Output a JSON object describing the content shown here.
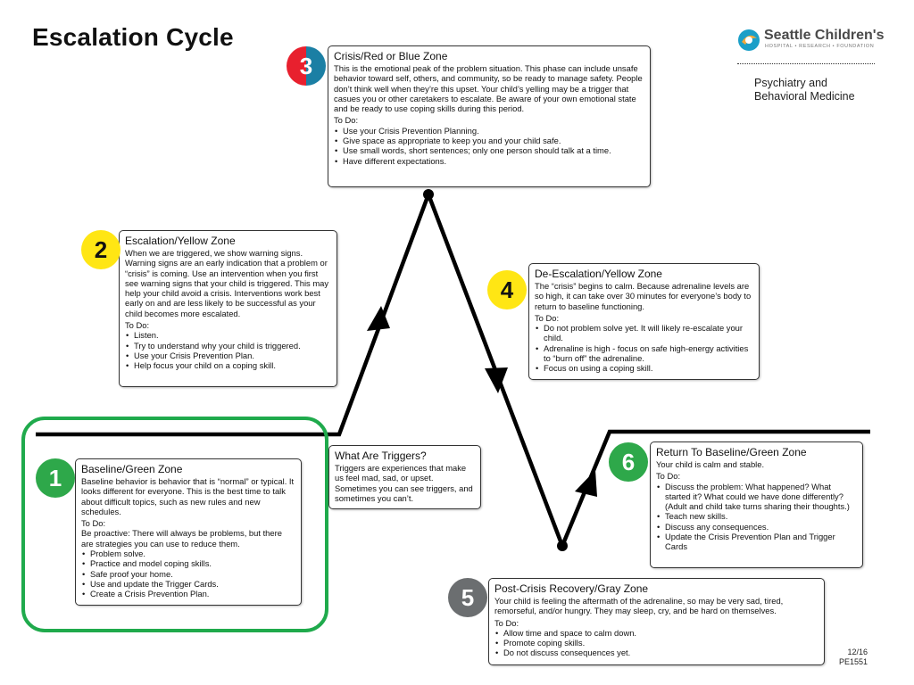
{
  "title": "Escalation Cycle",
  "logo": {
    "name": "Seattle Children's",
    "tagline": "HOSPITAL • RESEARCH • FOUNDATION",
    "department_line1": "Psychiatry and",
    "department_line2": "Behavioral Medicine"
  },
  "colors": {
    "green": "#2ea84a",
    "yellow": "#ffe614",
    "red": "#e8202e",
    "blue": "#1b7fa4",
    "gray": "#6b6e70",
    "frame_green": "#1faa4c",
    "line": "#000000"
  },
  "zones": {
    "z1": {
      "number": "1",
      "title": "Baseline/Green Zone",
      "body": "Baseline behavior is behavior that is “normal” or typical. It looks different for everyone. This is the best time to talk about difficult topics, such as new rules and new schedules.",
      "todo_label": "To Do:",
      "todo_intro": "Be proactive: There will always be problems, but there are strategies you can use to reduce them.",
      "items": [
        "Problem solve.",
        "Practice and model coping skills.",
        "Safe proof your home.",
        "Use and update the Trigger Cards.",
        "Create a Crisis Prevention Plan."
      ]
    },
    "z2": {
      "number": "2",
      "title": "Escalation/Yellow Zone",
      "body": "When we are triggered, we show warning signs. Warning signs are an early indication that a problem or “crisis” is coming. Use an intervention when you first see warning signs that your child is triggered. This may help your child avoid a crisis. Interventions work best early on and are less likely to be successful as your child becomes more escalated.",
      "todo_label": "To Do:",
      "items": [
        "Listen.",
        "Try to understand why your child is triggered.",
        "Use your Crisis Prevention Plan.",
        "Help focus your child on a coping skill."
      ]
    },
    "z3": {
      "number": "3",
      "title": "Crisis/Red or Blue Zone",
      "body": "This is the emotional peak of the problem situation. This phase can include unsafe behavior toward self, others, and community, so be ready to manage safety. People don’t think well when they’re this upset. Your child’s yelling may be a trigger that casues you or other caretakers to escalate. Be aware of your own emotional state and be ready to use coping skills during this period.",
      "todo_label": "To Do:",
      "items": [
        "Use your Crisis Prevention Planning.",
        "Give space as appropriate to keep you and your child safe.",
        "Use small words, short sentences; only one person should talk at a time.",
        "Have different expectations."
      ]
    },
    "z4": {
      "number": "4",
      "title": "De-Escalation/Yellow Zone",
      "body": "The “crisis” begins to calm. Because adrenaline levels are so high, it can take over 30 minutes for everyone’s body to return to baseline functioning.",
      "todo_label": "To Do:",
      "items": [
        "Do not problem solve yet. It will likely re-escalate your child.",
        "Adrenaline is high - focus on safe high-energy activities to “burn off” the adrenaline.",
        "Focus on using a coping skill."
      ]
    },
    "z5": {
      "number": "5",
      "title": "Post-Crisis Recovery/Gray Zone",
      "body": "Your child is feeling the aftermath of the adrenaline, so may be very sad, tired, remorseful, and/or hungry. They may sleep, cry, and be hard on themselves.",
      "todo_label": "To Do:",
      "items": [
        "Allow time and space to calm down.",
        "Promote coping skills.",
        "Do not discuss consequences yet."
      ]
    },
    "z6": {
      "number": "6",
      "title": "Return To Baseline/Green Zone",
      "body": "Your child is calm and stable.",
      "todo_label": "To Do:",
      "items": [
        "Discuss the problem: What happened? What started it? What could we have done differently? (Adult and child take turns sharing their thoughts.)",
        "Teach new skills.",
        "Discuss any consequences.",
        "Update the Crisis Prevention Plan and Trigger Cards"
      ]
    }
  },
  "triggers": {
    "title": "What Are Triggers?",
    "body": "Triggers are experiences that make us feel mad, sad, or upset. Sometimes you can see triggers, and sometimes you can’t."
  },
  "footer": {
    "date": "12/16",
    "code": "PE1551"
  }
}
